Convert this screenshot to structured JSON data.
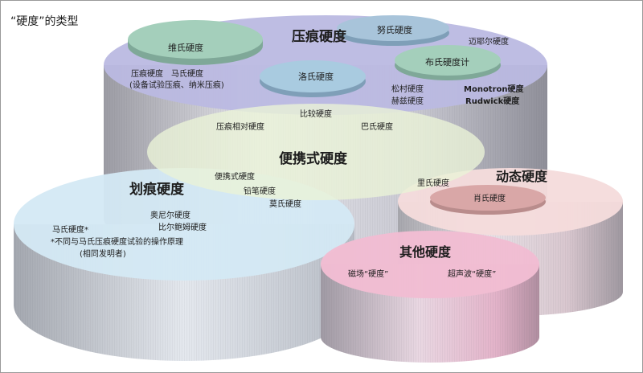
{
  "title": "“硬度”的类型",
  "colors": {
    "indentation_top": "#b9b7e0",
    "portable_top": "#e6f1d5",
    "scratch_top": "#d3e8f4",
    "dynamic_top": "#f6dcdc",
    "other_top": "#f2bcd3",
    "inner_disk_teal": "#9fcbb6",
    "inner_disk_blue": "#a6c8de",
    "inner_disk_rose": "#d8a6a6"
  },
  "groups": {
    "indentation": {
      "title": "压痕硬度",
      "vickers": "维氏硬度",
      "knoop": "努氏硬度",
      "meyer": "迈耶尔硬度",
      "brinell": "布氏硬度计",
      "rockwell": "洛氏硬度",
      "indent_line1": "压痕硬度　马氏硬度",
      "indent_line2": "(设备试验压痕、纳米压痕)",
      "shore_a": "松村硬度",
      "shore_b": "赫兹硬度",
      "monotron": "Monotron硬度",
      "rudwick": "Rudwick硬度"
    },
    "portable": {
      "title": "便携式硬度",
      "comparison": "比较硬度",
      "relative": "压痕相对硬度",
      "barcol": "巴氏硬度"
    },
    "scratch": {
      "title": "划痕硬度",
      "portable_scratch": "便携式硬度",
      "pencil": "铅笔硬度",
      "mohs": "莫氏硬度",
      "ottoman": "奥尼尔硬度",
      "bierbaum": "比尔鲍姆硬度",
      "martens_star": "马氏硬度*",
      "note1": "*不同与马氏压痕硬度试验的操作原理",
      "note2": "(相同发明者)"
    },
    "dynamic": {
      "title": "动态硬度",
      "leeb": "里氏硬度",
      "shore": "肖氏硬度"
    },
    "other": {
      "title": "其他硬度",
      "magnetic": "磁场“硬度”",
      "ultrasonic": "超声波“硬度”"
    }
  }
}
